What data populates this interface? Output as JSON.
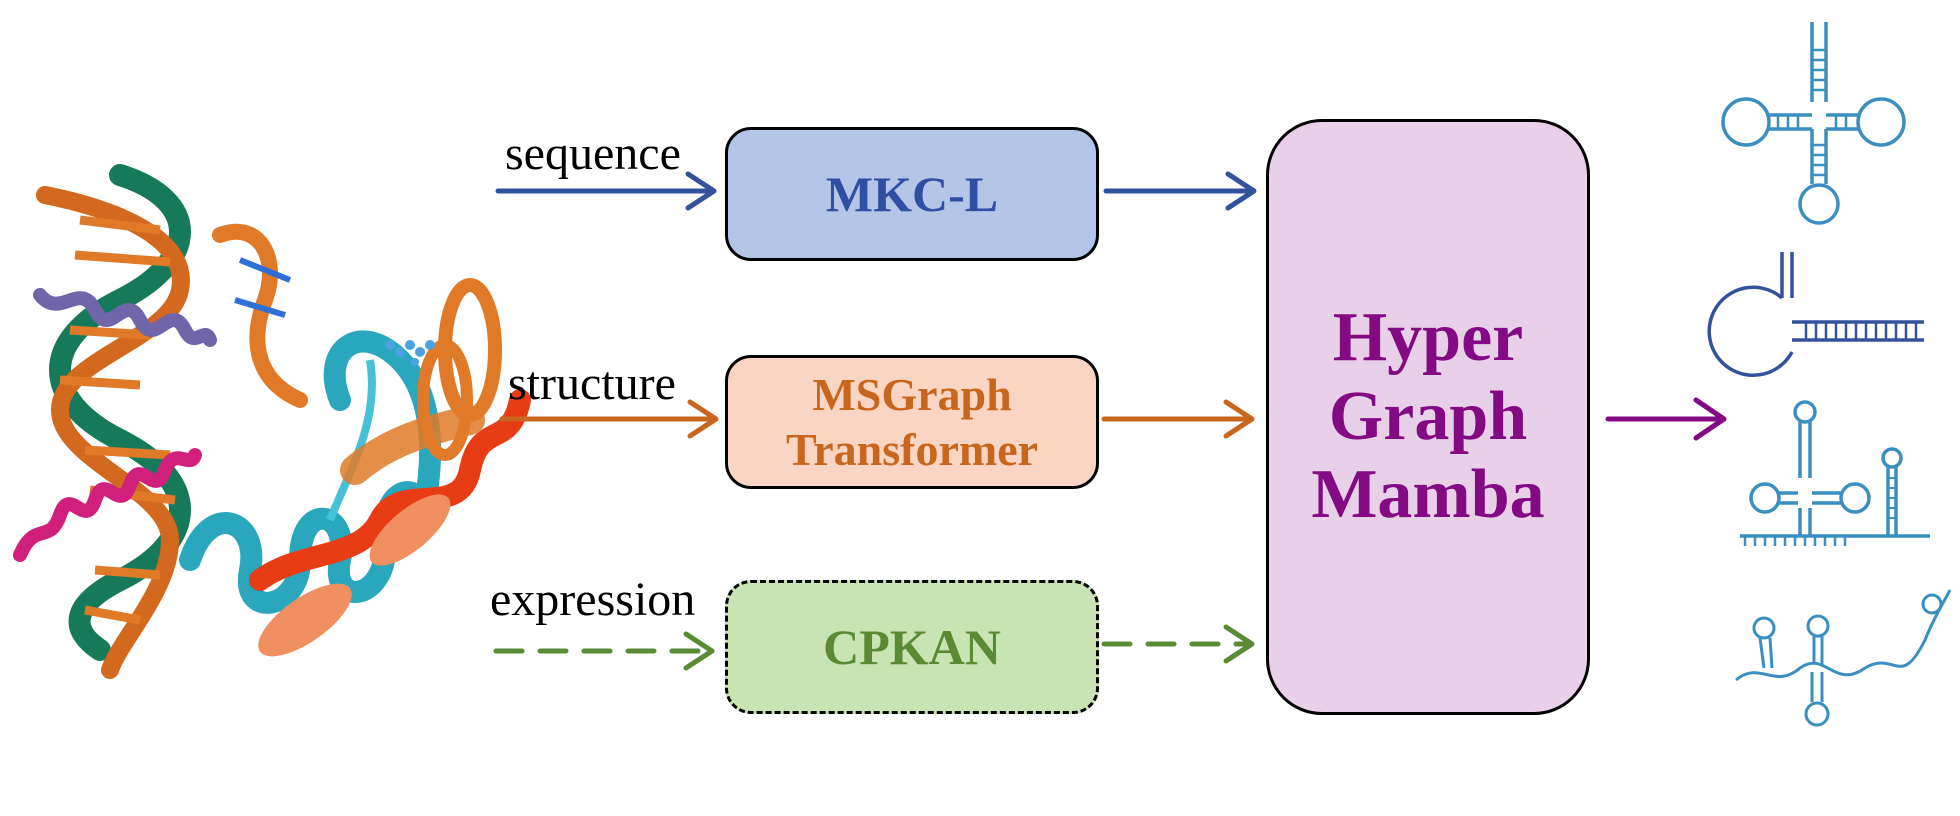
{
  "inputs": [
    {
      "label": "sequence",
      "color": "#34519e"
    },
    {
      "label": "structure",
      "color": "#c8661e"
    },
    {
      "label": "expression",
      "color": "#5a8a34"
    }
  ],
  "modules": {
    "mkcl": {
      "text": "MKC-L",
      "fill": "#b4c6e7",
      "text_color": "#2f4fa2"
    },
    "msgraph": {
      "line1": "MSGraph",
      "line2": "Transformer",
      "fill": "#fbd5c3",
      "text_color": "#c8661e"
    },
    "cpkan": {
      "text": "CPKAN",
      "fill": "#c7e4b2",
      "text_color": "#5a8a34",
      "border": "dashed"
    }
  },
  "hypergraph": {
    "line1": "Hyper",
    "line2": "Graph",
    "line3": "Mamba",
    "fill": "#e8d0e8",
    "text_color": "#840a84"
  },
  "output_arrow_color": "#840a84",
  "icons": {
    "protein_rna_complex": "protein-rna-complex-icon",
    "rna_outputs": [
      "trna-cloverleaf-icon",
      "hairpin-stem-icon",
      "multi-branch-rna-icon",
      "linear-rna-icon"
    ],
    "rna_color": "#3a8fc0"
  }
}
